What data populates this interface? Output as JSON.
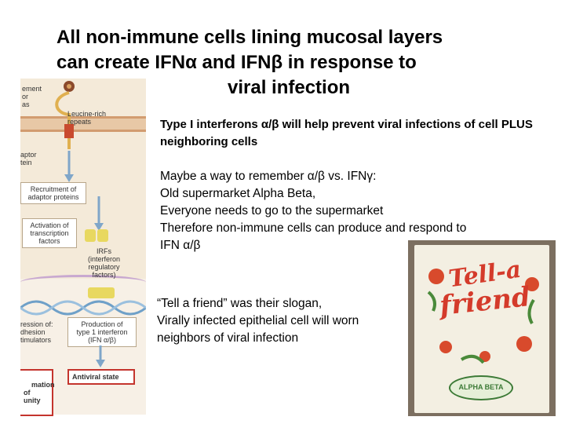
{
  "title": {
    "line1": "All non-immune cells lining mucosal layers",
    "line2": "can create IFNα and IFNβ in response to",
    "line3": "viral infection"
  },
  "diagram": {
    "edge_top": "ement\nor\nas",
    "edge_mid": "aptor\ntein",
    "leucine": "Leucine-rich\nrepeats",
    "recruitment": "Recruitment of\nadaptor proteins",
    "activation": "Activation of\ntranscription\nfactors",
    "irfs": "IRFs\n(interferon\nregulatory\nfactors)",
    "expression": "ression of:\ndhesion\ntimulators",
    "production": "Production of\ntype 1 interferon\n(IFN α/β)",
    "antiviral": "Antiviral state",
    "immunity": "mation\nof\nunity",
    "colors": {
      "cell": "#f4ead9",
      "membrane": "#e8c8a6",
      "arrow": "#7fa6c9",
      "box_red": "#c4342d"
    }
  },
  "body": {
    "para1": "Type I interferons α/β will help prevent viral infections of cell PLUS neighboring cells",
    "para2_l1": "Maybe a way to remember α/β vs. IFNγ:",
    "para2_l2": "Old supermarket Alpha Beta,",
    "para2_l3": "Everyone needs to go to the supermarket",
    "para2_l4": "Therefore non-immune cells can produce and respond to",
    "para2_l5": "IFN α/β",
    "para3_l1": "“Tell a friend” was their slogan,",
    "para3_l2": "Virally infected epithelial cell will worn",
    "para3_l3": "neighbors of viral infection"
  },
  "photo": {
    "logo_word1": "Tell-a",
    "logo_word2": "friend",
    "brand": "ALPHA BETA"
  }
}
